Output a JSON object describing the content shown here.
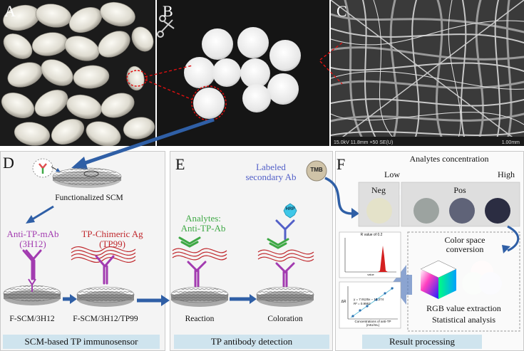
{
  "panels": {
    "A": "A",
    "B": "B",
    "C": "C",
    "D": "D",
    "E": "E",
    "F": "F"
  },
  "sem_caption": "15.0kV 11.8mm ×50 SE(U)",
  "sem_scale": "1.00mm",
  "panel_d": {
    "functionalized": "Functionalized SCM",
    "anti_tp_line1": "Anti-TP-mAb",
    "anti_tp_line2": "(3H12)",
    "chimeric_line1": "TP-Chimeric Ag",
    "chimeric_line2": "(TP99)",
    "disc1": "F-SCM/3H12",
    "disc2": "F-SCM/3H12/TP99",
    "footer": "SCM-based TP immunosensor"
  },
  "panel_e": {
    "labeled_line1": "Labeled",
    "labeled_line2": "secondary Ab",
    "tmb": "TMB",
    "hrp": "HRP",
    "analytes_line1": "Analytes:",
    "analytes_line2": "Anti-TP-Ab",
    "reaction": "Reaction",
    "coloration": "Coloration",
    "footer": "TP antibody detection"
  },
  "panel_f": {
    "title": "Analytes concentration",
    "low": "Low",
    "high": "High",
    "neg": "Neg",
    "pos": "Pos",
    "color_line1": "Color space",
    "color_line2": "conversion",
    "rgb": "RGB value extraction",
    "stat": "Statistical analysis",
    "hist_title": "R value of 0.2",
    "hist_xlabel": "value",
    "equation_line1": "y = 7.9125x – 17.274",
    "equation_line2": "R² = 0.9952",
    "scatter_xlabel": "Concentrations of anti-TP",
    "scatter_xunit": "(mIU/mL)",
    "scatter_ylabel": "ΔR",
    "footer": "Result processing"
  },
  "colors": {
    "arrow_blue": "#2f5fa6",
    "antibody_purple": "#a23bb0",
    "antigen_red": "#c0282d",
    "analyte_green": "#3ea845",
    "secondary_blue": "#5360c8",
    "footer_bg": "#cfe4ee"
  }
}
